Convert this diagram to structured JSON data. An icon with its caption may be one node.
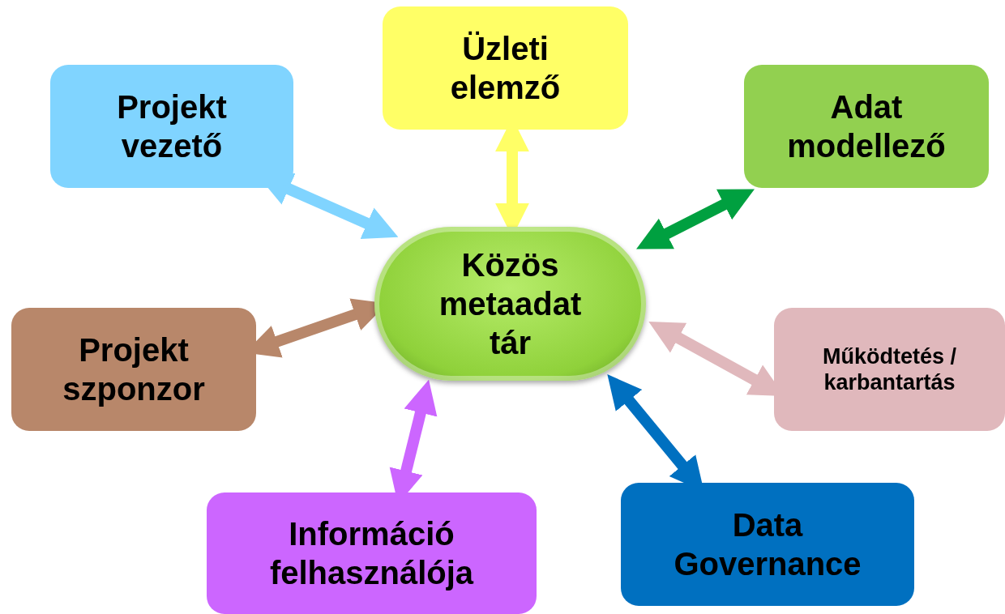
{
  "diagram": {
    "nodes": [
      {
        "text": [
          "Közös metaadat tár"
        ]
      },
      {
        "text": [
          "Projekt vezető"
        ]
      },
      {
        "text": [
          "Üzleti elemző"
        ]
      },
      {
        "text": [
          "Adat modellező"
        ]
      },
      {
        "text": [
          "Projekt szponzor"
        ]
      },
      {
        "text": [
          "Működtetés / karbantartás"
        ]
      },
      {
        "text": [
          "Információ felhasználója"
        ]
      },
      {
        "text": [
          "Data Governance"
        ]
      }
    ],
    "edges": [
      {
        "from": 0,
        "to": 1,
        "arrow": "both",
        "color": "#80d4ff"
      },
      {
        "from": 0,
        "to": 2,
        "arrow": "both",
        "color": "#ffff66"
      },
      {
        "from": 0,
        "to": 3,
        "arrow": "both",
        "color": "#00a040"
      },
      {
        "from": 0,
        "to": 4,
        "arrow": "both",
        "color": "#b8876a"
      },
      {
        "from": 0,
        "to": 5,
        "arrow": "both",
        "color": "#e0b8bc"
      },
      {
        "from": 0,
        "to": 6,
        "arrow": "both",
        "color": "#cc66ff"
      },
      {
        "from": 0,
        "to": 7,
        "arrow": "both",
        "color": "#0070c0"
      }
    ]
  }
}
